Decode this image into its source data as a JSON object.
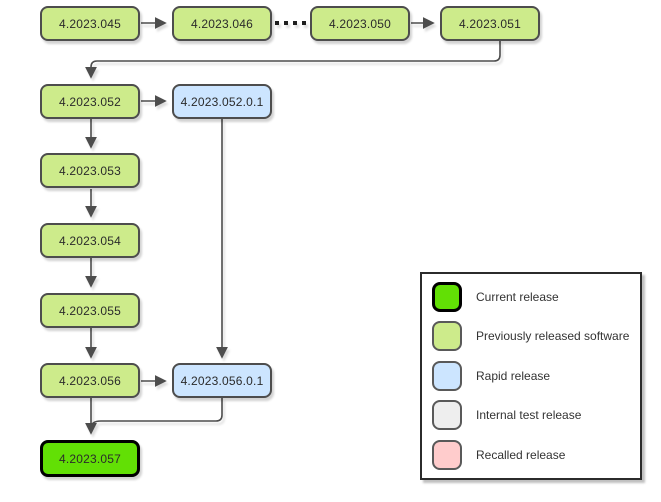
{
  "diagram": {
    "nodes": [
      {
        "label": "4.2023.045",
        "type": "previous"
      },
      {
        "label": "4.2023.046",
        "type": "previous"
      },
      {
        "label": "4.2023.050",
        "type": "previous"
      },
      {
        "label": "4.2023.051",
        "type": "previous"
      },
      {
        "label": "4.2023.052",
        "type": "previous"
      },
      {
        "label": "4.2023.052.0.1",
        "type": "rapid"
      },
      {
        "label": "4.2023.053",
        "type": "previous"
      },
      {
        "label": "4.2023.054",
        "type": "previous"
      },
      {
        "label": "4.2023.055",
        "type": "previous"
      },
      {
        "label": "4.2023.056",
        "type": "previous"
      },
      {
        "label": "4.2023.056.0.1",
        "type": "rapid"
      },
      {
        "label": "4.2023.057",
        "type": "current"
      }
    ],
    "edges": [
      {
        "from": "4.2023.045",
        "to": "4.2023.046",
        "style": "solid-arrow"
      },
      {
        "from": "4.2023.046",
        "to": "4.2023.050",
        "style": "dashed"
      },
      {
        "from": "4.2023.050",
        "to": "4.2023.051",
        "style": "solid-arrow"
      },
      {
        "from": "4.2023.051",
        "to": "4.2023.052",
        "style": "solid-arrow"
      },
      {
        "from": "4.2023.052",
        "to": "4.2023.052.0.1",
        "style": "solid-arrow"
      },
      {
        "from": "4.2023.052",
        "to": "4.2023.053",
        "style": "solid-arrow"
      },
      {
        "from": "4.2023.053",
        "to": "4.2023.054",
        "style": "solid-arrow"
      },
      {
        "from": "4.2023.054",
        "to": "4.2023.055",
        "style": "solid-arrow"
      },
      {
        "from": "4.2023.055",
        "to": "4.2023.056",
        "style": "solid-arrow"
      },
      {
        "from": "4.2023.056",
        "to": "4.2023.056.0.1",
        "style": "solid-arrow"
      },
      {
        "from": "4.2023.052.0.1",
        "to": "4.2023.056.0.1",
        "style": "solid-arrow"
      },
      {
        "from": "4.2023.056",
        "to": "4.2023.057",
        "style": "solid-arrow"
      },
      {
        "from": "4.2023.056.0.1",
        "to": "4.2023.057",
        "style": "solid-merge"
      }
    ]
  },
  "legend": {
    "items": [
      {
        "label": "Current release",
        "type": "current"
      },
      {
        "label": "Previously released software",
        "type": "previous"
      },
      {
        "label": "Rapid release",
        "type": "rapid"
      },
      {
        "label": "Internal test release",
        "type": "internal"
      },
      {
        "label": "Recalled release",
        "type": "recalled"
      }
    ]
  },
  "colors": {
    "current": "#62e005",
    "previous": "#cdeb8b",
    "rapid": "#cce5ff",
    "internal": "#eeeeee",
    "recalled": "#ffcccc",
    "node_border": "#4d4d4d",
    "current_border": "#000000",
    "edge": "#4d4d4d",
    "dashed_edge": "#1f1f1f"
  }
}
